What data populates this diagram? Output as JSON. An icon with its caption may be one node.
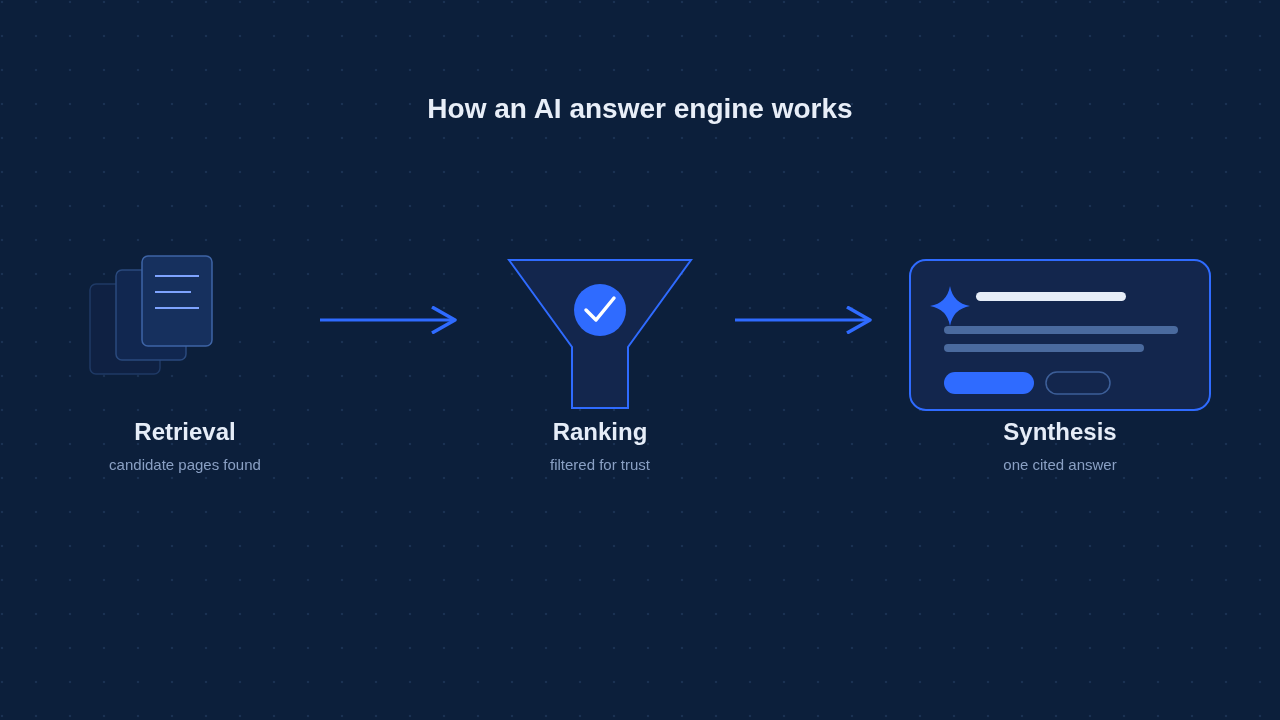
{
  "diagram": {
    "title": "How an AI answer engine works",
    "nodes": [
      {
        "text": [
          "Retrieval",
          "candidate pages found"
        ]
      },
      {
        "text": [
          "Ranking",
          "filtered for trust"
        ]
      },
      {
        "text": [
          "Synthesis",
          "one cited answer"
        ]
      }
    ],
    "edges": [
      {
        "from": 0,
        "to": 1,
        "arrow": "to"
      },
      {
        "from": 1,
        "to": 2,
        "arrow": "to"
      }
    ]
  }
}
